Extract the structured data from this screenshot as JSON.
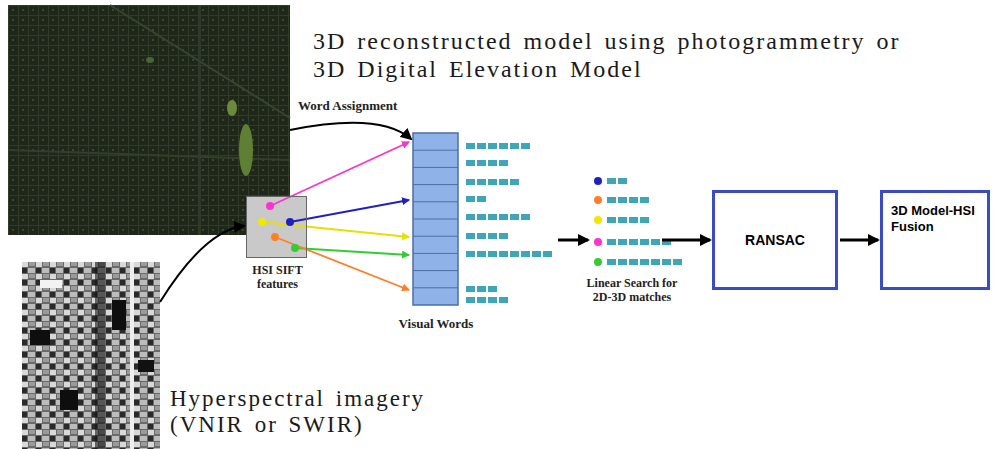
{
  "diagram": {
    "nodes": [
      {
        "text": [
          "3D reconstructed model using photogrammetry or 3D Digital Elevation Model"
        ]
      },
      {
        "text": [
          "Hyperspectral imagery (VNIR or SWIR)"
        ]
      },
      {
        "text": [
          "HSI SIFT features"
        ]
      },
      {
        "text": [
          "Visual Words"
        ]
      },
      {
        "text": [
          "Linear Search for 2D-3D matches"
        ]
      },
      {
        "text": [
          "RANSAC"
        ]
      },
      {
        "text": [
          "3D Model-HSI Fusion"
        ]
      }
    ],
    "edges": [
      {
        "from": 0,
        "to": 3,
        "label": "Word Assignment",
        "arrow": "to"
      },
      {
        "from": 1,
        "to": 2,
        "arrow": "to"
      },
      {
        "from": 3,
        "to": 4,
        "arrow": "to"
      },
      {
        "from": 4,
        "to": 5,
        "arrow": "to"
      },
      {
        "from": 5,
        "to": 6,
        "arrow": "to"
      }
    ]
  }
}
